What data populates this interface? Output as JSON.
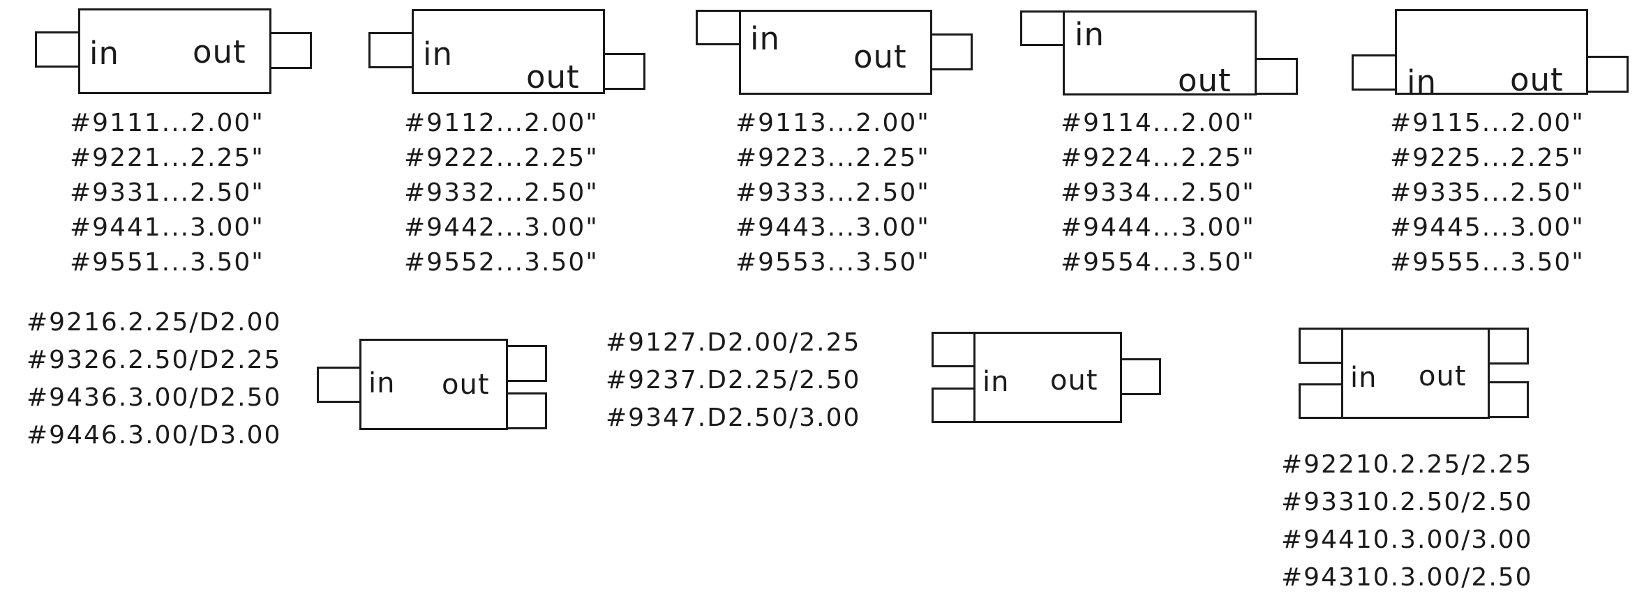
{
  "colors": {
    "stroke": "#1a1a1a",
    "background": "#ffffff"
  },
  "labels": {
    "in": "in",
    "out": "out"
  },
  "styles": [
    {
      "part_numbers": [
        "#9111...2.00\"",
        "#9221...2.25\"",
        "#9331...2.50\"",
        "#9441...3.00\"",
        "#9551...3.50\""
      ]
    },
    {
      "part_numbers": [
        "#9112...2.00\"",
        "#9222...2.25\"",
        "#9332...2.50\"",
        "#9442...3.00\"",
        "#9552...3.50\""
      ]
    },
    {
      "part_numbers": [
        "#9113...2.00\"",
        "#9223...2.25\"",
        "#9333...2.50\"",
        "#9443...3.00\"",
        "#9553...3.50\""
      ]
    },
    {
      "part_numbers": [
        "#9114...2.00\"",
        "#9224...2.25\"",
        "#9334...2.50\"",
        "#9444...3.00\"",
        "#9554...3.50\""
      ]
    },
    {
      "part_numbers": [
        "#9115...2.00\"",
        "#9225...2.25\"",
        "#9335...2.50\"",
        "#9445...3.00\"",
        "#9555...3.50\""
      ]
    },
    {
      "part_numbers": [
        "#9216.2.25/D2.00",
        "#9326.2.50/D2.25",
        "#9436.3.00/D2.50",
        "#9446.3.00/D3.00"
      ]
    },
    {
      "part_numbers": [
        "#9127.D2.00/2.25",
        "#9237.D2.25/2.50",
        "#9347.D2.50/3.00"
      ]
    },
    {
      "part_numbers": [
        "#92210.2.25/2.25",
        "#93310.2.50/2.50",
        "#94410.3.00/3.00",
        "#94310.3.00/2.50"
      ]
    }
  ]
}
